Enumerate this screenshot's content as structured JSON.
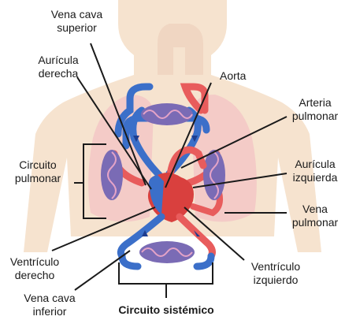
{
  "labels": {
    "vena_cava_superior": "Vena cava\nsuperior",
    "auricula_derecha": "Aurícula\nderecha",
    "aorta": "Aorta",
    "arteria_pulmonar": "Arteria\npulmonar",
    "circuito_pulmonar": "Circuito\npulmonar",
    "auricula_izquierda": "Aurícula\nizquierda",
    "vena_pulmonar": "Vena\npulmonar",
    "ventriculo_derecho": "Ventrículo\nderecho",
    "ventriculo_izquierdo": "Ventrículo\nizquierdo",
    "vena_cava_inferior": "Vena cava\ninferior",
    "circuito_sistemico": "Circuito sistémico"
  },
  "colors": {
    "body": "#f6e3cf",
    "lung": "#f3c7c6",
    "oxygenated": "#e85c5c",
    "deoxygenated": "#3b6fc9",
    "heart": "#d9403e",
    "capillary": "#7a6bb5",
    "leader_line": "#1a1a1a"
  }
}
